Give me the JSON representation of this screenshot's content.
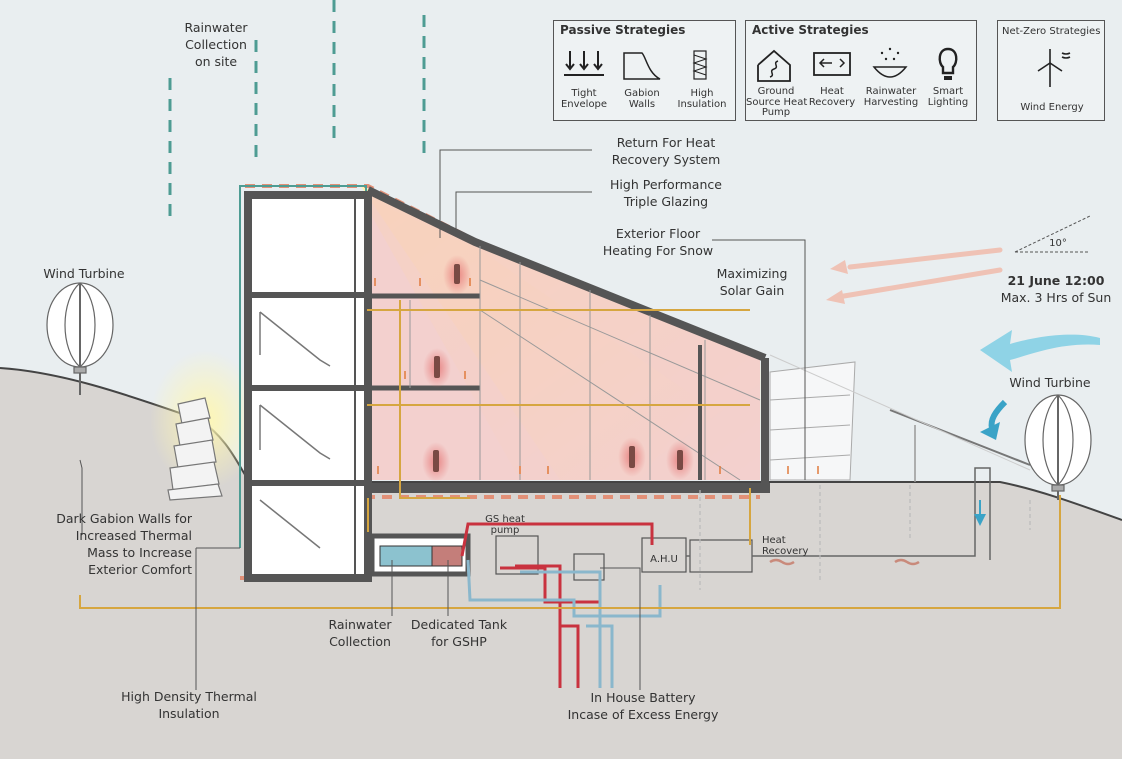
{
  "legends": {
    "passive": {
      "title": "Passive Strategies",
      "items": [
        {
          "label": "Tight\nEnvelope",
          "icon": "tight-envelope-icon"
        },
        {
          "label": "Gabion\nWalls",
          "icon": "gabion-walls-icon"
        },
        {
          "label": "High\nInsulation",
          "icon": "high-insulation-icon"
        }
      ]
    },
    "active": {
      "title": "Active Strategies",
      "items": [
        {
          "label": "Ground\nSource Heat\nPump",
          "icon": "ground-source-heat-pump-icon"
        },
        {
          "label": "Heat\nRecovery",
          "icon": "heat-recovery-icon"
        },
        {
          "label": "Rainwater\nHarvesting",
          "icon": "rainwater-harvesting-icon"
        },
        {
          "label": "Smart\nLighting",
          "icon": "smart-lighting-icon"
        }
      ]
    },
    "netzero": {
      "title": "Net-Zero Strategies",
      "items": [
        {
          "label": "Wind Energy",
          "icon": "wind-turbine-icon"
        }
      ]
    }
  },
  "labels": {
    "rainwater_collection_site": "Rainwater\nCollection\non site",
    "return_heat_recovery": "Return For Heat\nRecovery System",
    "triple_glazing": "High Performance\nTriple Glazing",
    "floor_heating": "Exterior Floor\nHeating For Snow",
    "solar_gain": "Maximizing\nSolar Gain",
    "wind_turbine_left": "Wind Turbine",
    "wind_turbine_right": "Wind Turbine",
    "sun_date": "21 June 12:00",
    "sun_hours": "Max. 3 Hrs of Sun",
    "sun_angle": "10°",
    "gabion_walls": "Dark Gabion Walls for\nIncreased Thermal\nMass to Increase\nExterior Comfort",
    "thermal_insulation": "High Density Thermal\nInsulation",
    "rainwater_collection": "Rainwater\nCollection",
    "gshp_tank": "Dedicated Tank\nfor GSHP",
    "battery": "In House Battery\nIncase of Excess Energy",
    "gs_heat_pump": "GS heat\npump",
    "ahu": "A.H.U",
    "heat_recovery": "Heat\nRecovery"
  },
  "colors": {
    "sky": "#e9eef0",
    "ground": "#d8d5d2",
    "warm_glow": "#f6c6c3",
    "solar_yellow": "#f3e79a",
    "heat_arrow": "#efc2b5",
    "wind_arrow": "#8fd3e6",
    "rain_dash": "#4e9c93",
    "pipe_red": "#c9323f",
    "pipe_blue": "#8ab7cc",
    "pipe_yellow": "#d6a640",
    "wall": "#555555",
    "envelope_dash": "#e29077"
  }
}
